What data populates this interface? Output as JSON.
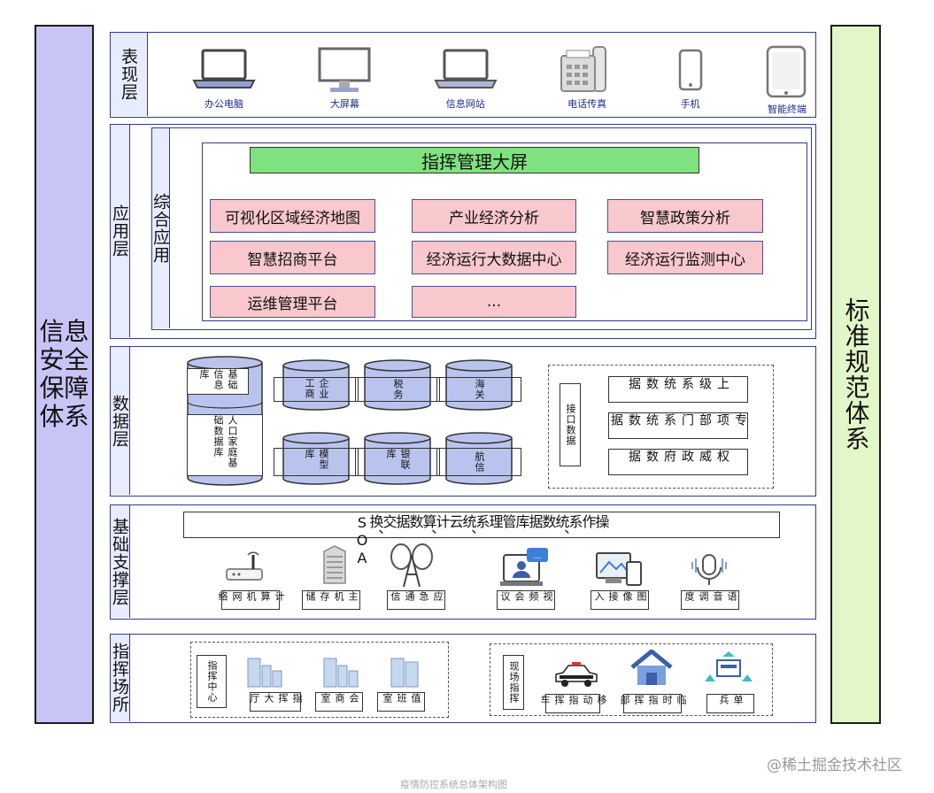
{
  "left_bar": {
    "label": "信息安全保障体系"
  },
  "right_bar": {
    "label": "标准规范体系"
  },
  "presentation": {
    "label": "表现层",
    "devices": [
      {
        "label": "办公电脑",
        "icon": "laptop-icon"
      },
      {
        "label": "大屏幕",
        "icon": "monitor-icon"
      },
      {
        "label": "信息网站",
        "icon": "laptop-icon"
      },
      {
        "label": "电话传真",
        "icon": "fax-icon"
      },
      {
        "label": "手机",
        "icon": "phone-icon"
      },
      {
        "label": "智能终端",
        "icon": "tablet-icon"
      }
    ]
  },
  "application": {
    "label": "应用层",
    "sub_label": "综合应用",
    "banner": "指挥管理大屏",
    "modules": [
      "可视化区域经济地图",
      "产业经济分析",
      "智慧政策分析",
      "智慧招商平台",
      "经济运行大数据中心",
      "经济运行监测中心",
      "运维管理平台",
      "..."
    ]
  },
  "data": {
    "label": "数据层",
    "stack_top": "基础信息库",
    "stack_mid": "人口家庭基础数据库",
    "stack_dots": "……",
    "dbs": [
      "企业工商",
      "税务",
      "海关",
      "模型库",
      "银联库",
      "航信"
    ],
    "interface": "接口数据",
    "sources": [
      "上级系统数据",
      "专项部门系统数据",
      "权威政府数据"
    ]
  },
  "infrastructure": {
    "label": "基础支撑层",
    "bar_text": "操作系统、数据库管理系统、云计算、数据交换、SOA",
    "items": [
      {
        "label": "计算机网络",
        "icon": "router-icon"
      },
      {
        "label": "主机存储",
        "icon": "server-icon"
      },
      {
        "label": "应急通信",
        "icon": "antenna-icon"
      },
      {
        "label": "视频会议",
        "icon": "video-conference-icon"
      },
      {
        "label": "图像接入",
        "icon": "image-access-icon"
      },
      {
        "label": "语音调度",
        "icon": "microphone-icon"
      }
    ]
  },
  "command": {
    "label": "指挥场所",
    "center": "指挥中心",
    "center_items": [
      "指挥大厅",
      "会商室",
      "值班室"
    ],
    "field": "现场指挥",
    "field_items": [
      "移动指挥车",
      "临时指挥部",
      "单兵"
    ]
  },
  "caption": "疫情防控系统总体架构图",
  "watermark": "@稀土掘金技术社区",
  "colors": {
    "frame": "#2f3a9a",
    "left_bar": "#c8c4f6",
    "right_bar": "#e2f7c8",
    "module": "#f8c8cc",
    "banner": "#7ee37e",
    "cylinder": "#b9c4ee"
  }
}
